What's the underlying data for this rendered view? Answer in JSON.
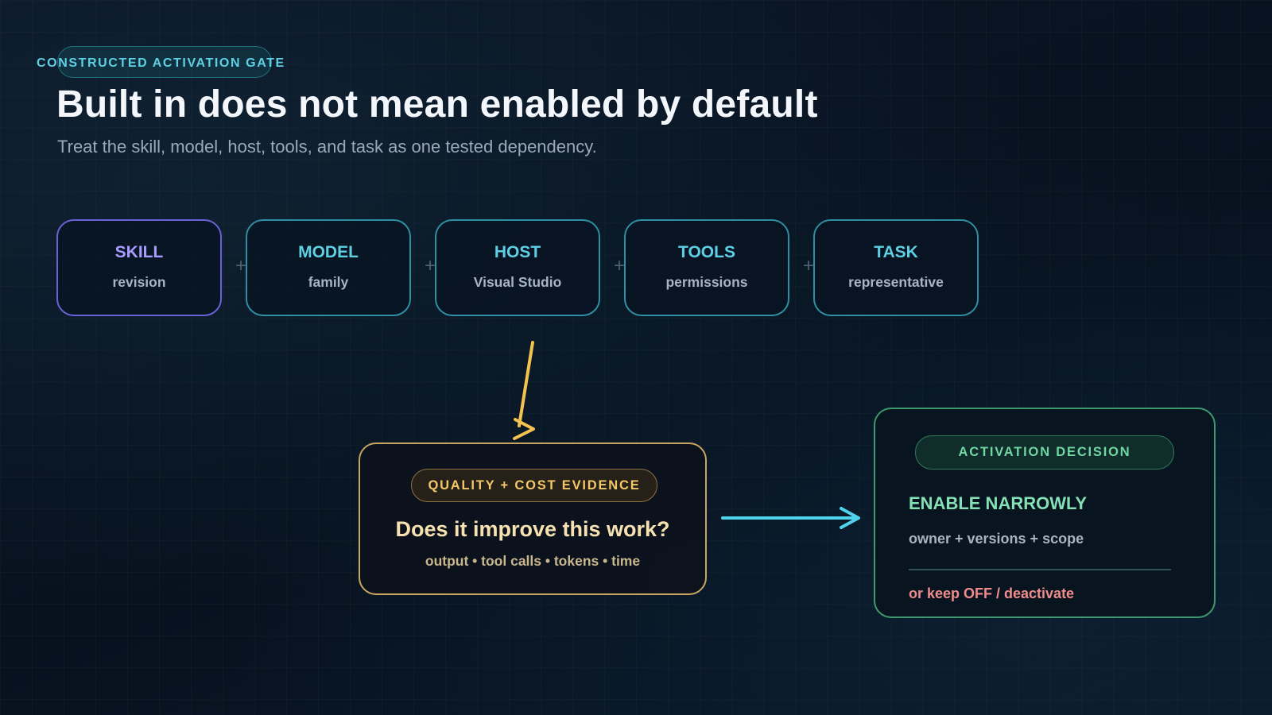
{
  "header": {
    "eyebrow": "CONSTRUCTED ACTIVATION GATE",
    "title": "Built in does not mean enabled by default",
    "subtitle": "Treat the skill, model, host, tools, and task as one tested dependency."
  },
  "dependencies": [
    {
      "label": "SKILL",
      "sub": "revision"
    },
    {
      "label": "MODEL",
      "sub": "family"
    },
    {
      "label": "HOST",
      "sub": "Visual Studio"
    },
    {
      "label": "TOOLS",
      "sub": "permissions"
    },
    {
      "label": "TASK",
      "sub": "representative"
    }
  ],
  "plus_symbol": "+",
  "evidence": {
    "pill": "QUALITY + COST EVIDENCE",
    "question": "Does it improve this work?",
    "metrics": "output • tool calls • tokens • time"
  },
  "decision": {
    "pill": "ACTIVATION DECISION",
    "main": "ENABLE NARROWLY",
    "detail": "owner + versions + scope",
    "alternative": "or keep OFF / deactivate"
  },
  "colors": {
    "skill_accent": "#a79dff",
    "dependency_accent": "#5fd0e4",
    "evidence_accent": "#f4c869",
    "decision_accent": "#6ed7a2",
    "deactivate_accent": "#f08c8c",
    "arrow_down": "#f4c24f",
    "arrow_right": "#4fd3ea"
  }
}
